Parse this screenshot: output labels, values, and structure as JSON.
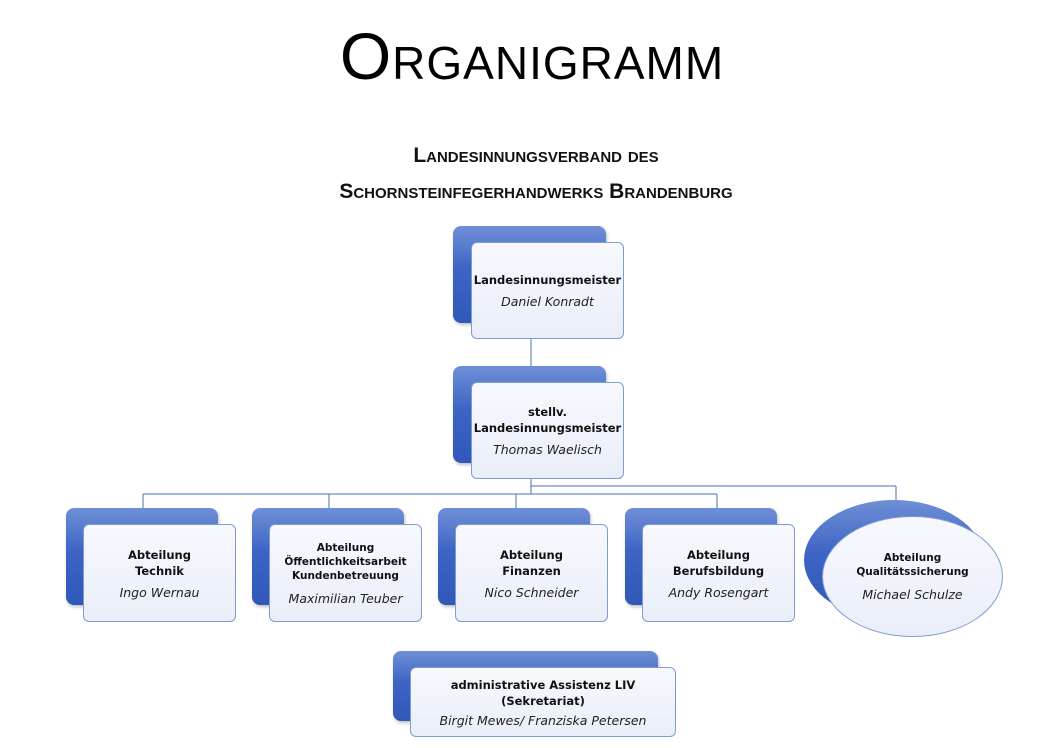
{
  "title": "Organigramm",
  "subtitle": {
    "line1": "Landesinnungsverband des",
    "line2": "Schornsteinfegerhandwerks Brandenburg"
  },
  "colors": {
    "accent": "#3d64c4",
    "connector": "#4a6fb5",
    "box_border": "#7f9bd3"
  },
  "nodes": {
    "head": {
      "role": "Landesinnungsmeister",
      "name": "Daniel Konradt"
    },
    "deputy": {
      "role_line1": "stellv.",
      "role_line2": "Landesinnungsmeister",
      "name": "Thomas Waelisch"
    },
    "departments": [
      {
        "role_line1": "Abteilung",
        "role_line2": "Technik",
        "role_line3": "",
        "name": "Ingo Wernau"
      },
      {
        "role_line1": "Abteilung",
        "role_line2": "Öffentlichkeitsarbeit",
        "role_line3": "Kundenbetreuung",
        "name": "Maximilian Teuber"
      },
      {
        "role_line1": "Abteilung",
        "role_line2": "Finanzen",
        "role_line3": "",
        "name": "Nico Schneider"
      },
      {
        "role_line1": "Abteilung",
        "role_line2": "Berufsbildung",
        "role_line3": "",
        "name": "Andy Rosengart"
      },
      {
        "role_line1": "Abteilung",
        "role_line2": "Qualitätssicherung",
        "role_line3": "",
        "name": "Michael Schulze"
      }
    ],
    "assistant": {
      "role_line1": "administrative Assistenz LIV",
      "role_line2": "(Sekretariat)",
      "name": "Birgit Mewes/ Franziska Petersen"
    }
  }
}
